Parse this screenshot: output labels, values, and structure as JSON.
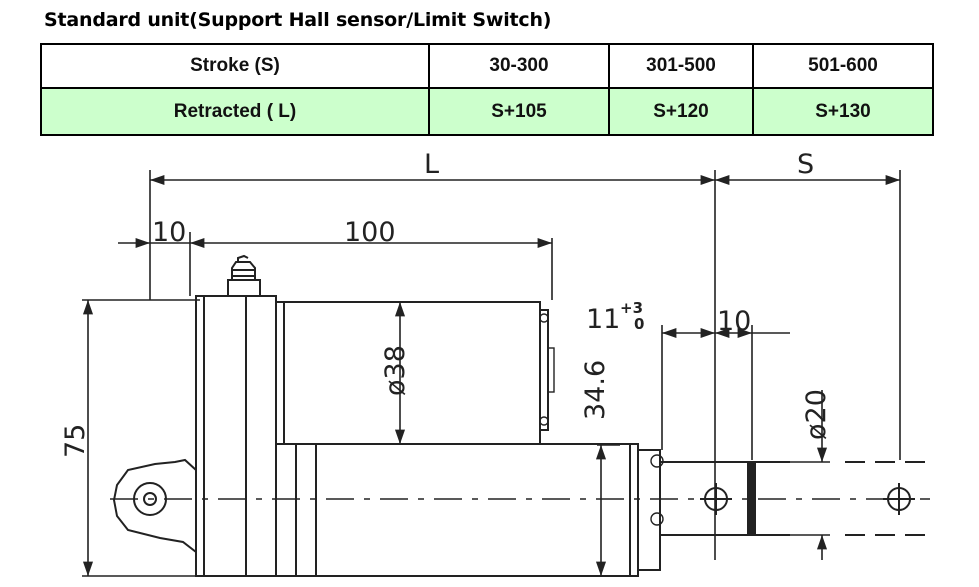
{
  "title": "Standard unit(Support Hall sensor/Limit Switch)",
  "colors": {
    "row_fill": "#ccffcc",
    "line": "#222222"
  },
  "table": {
    "header": [
      "Stroke  (S)",
      "30-300",
      "301-500",
      "501-600"
    ],
    "row": [
      "Retracted ( L)",
      "S+105",
      "S+120",
      "S+130"
    ]
  },
  "drawing": {
    "labels": {
      "L": "L",
      "S": "S",
      "d10_left": "10",
      "d100": "100",
      "d11": "11",
      "tol_plus": "+3",
      "tol_zero": "0",
      "d10_right": "10",
      "phi38": "ø38",
      "d34_6": "34.6",
      "phi20": "ø20",
      "d75": "75"
    }
  }
}
